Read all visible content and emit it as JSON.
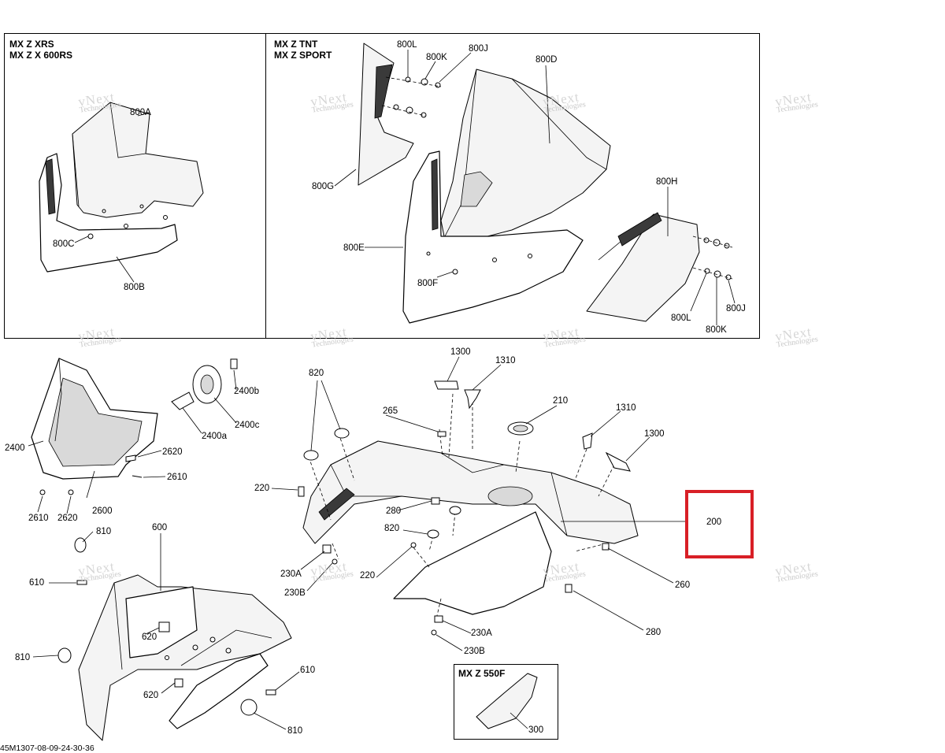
{
  "diagram": {
    "boxes": [
      {
        "id": "xrs",
        "labels": [
          "MX Z XRS",
          "MX Z X 600RS"
        ]
      },
      {
        "id": "tnt",
        "labels": [
          "MX Z TNT",
          "MX Z SPORT"
        ]
      },
      {
        "id": "550f",
        "labels": [
          "MX Z 550F"
        ]
      }
    ],
    "callouts": {
      "c800A": "800A",
      "c800C": "800C",
      "c800B": "800B",
      "c800L_a": "800L",
      "c800K_a": "800K",
      "c800J_a": "800J",
      "c800D": "800D",
      "c800G": "800G",
      "c800E": "800E",
      "c800F": "800F",
      "c800H": "800H",
      "c800J_b": "800J",
      "c800L_b": "800L",
      "c800K_b": "800K",
      "c2400": "2400",
      "c2400a": "2400a",
      "c2400b": "2400b",
      "c2400c": "2400c",
      "c2620_a": "2620",
      "c2610_a": "2610",
      "c2610_b": "2610",
      "c2620_b": "2620",
      "c2600": "2600",
      "c820_a": "820",
      "c1300_a": "1300",
      "c1310_a": "1310",
      "c265": "265",
      "c210": "210",
      "c1310_b": "1310",
      "c1300_b": "1300",
      "c220_a": "220",
      "c280_a": "280",
      "c820_b": "820",
      "c200": "200",
      "c230A_a": "230A",
      "c230B_a": "230B",
      "c220_b": "220",
      "c260": "260",
      "c280_b": "280",
      "c230A_b": "230A",
      "c230B_b": "230B",
      "c300": "300",
      "c810_a": "810",
      "c600": "600",
      "c610_a": "610",
      "c620_a": "620",
      "c810_b": "810",
      "c620_b": "620",
      "c610_b": "610",
      "c810_c": "810"
    },
    "watermark": {
      "line1": "vNext",
      "line2": "Technologies"
    },
    "footer_code": "45M1307-08-09-24-30-36",
    "highlight_color": "#d81f26"
  }
}
